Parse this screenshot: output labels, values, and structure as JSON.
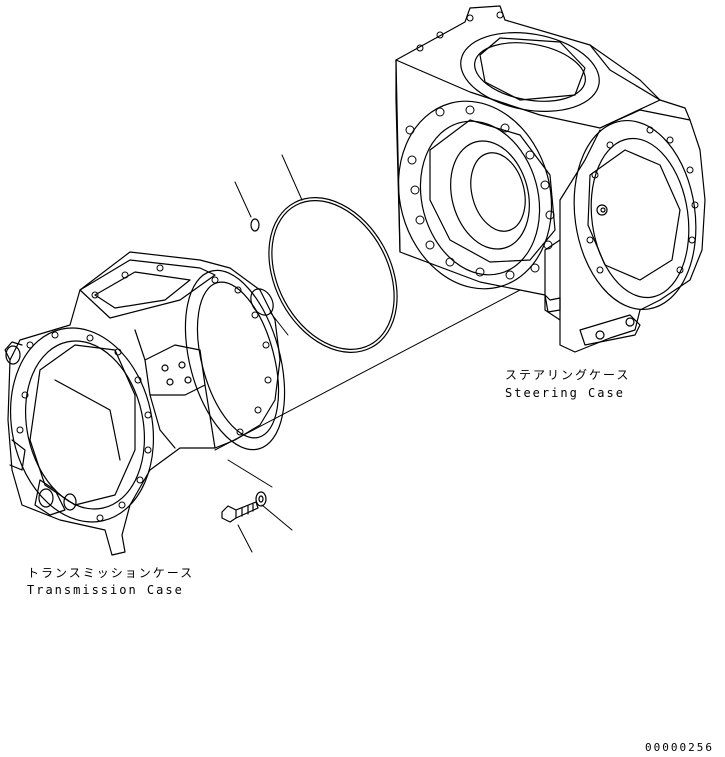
{
  "labels": {
    "steering_case_jp": "ステアリングケース",
    "steering_case_en": "Steering Case",
    "transmission_case_jp": "トランスミッションケース",
    "transmission_case_en": "Transmission Case",
    "drawing_number": "00000256"
  },
  "style": {
    "line_color": "#000000",
    "background": "#ffffff"
  }
}
